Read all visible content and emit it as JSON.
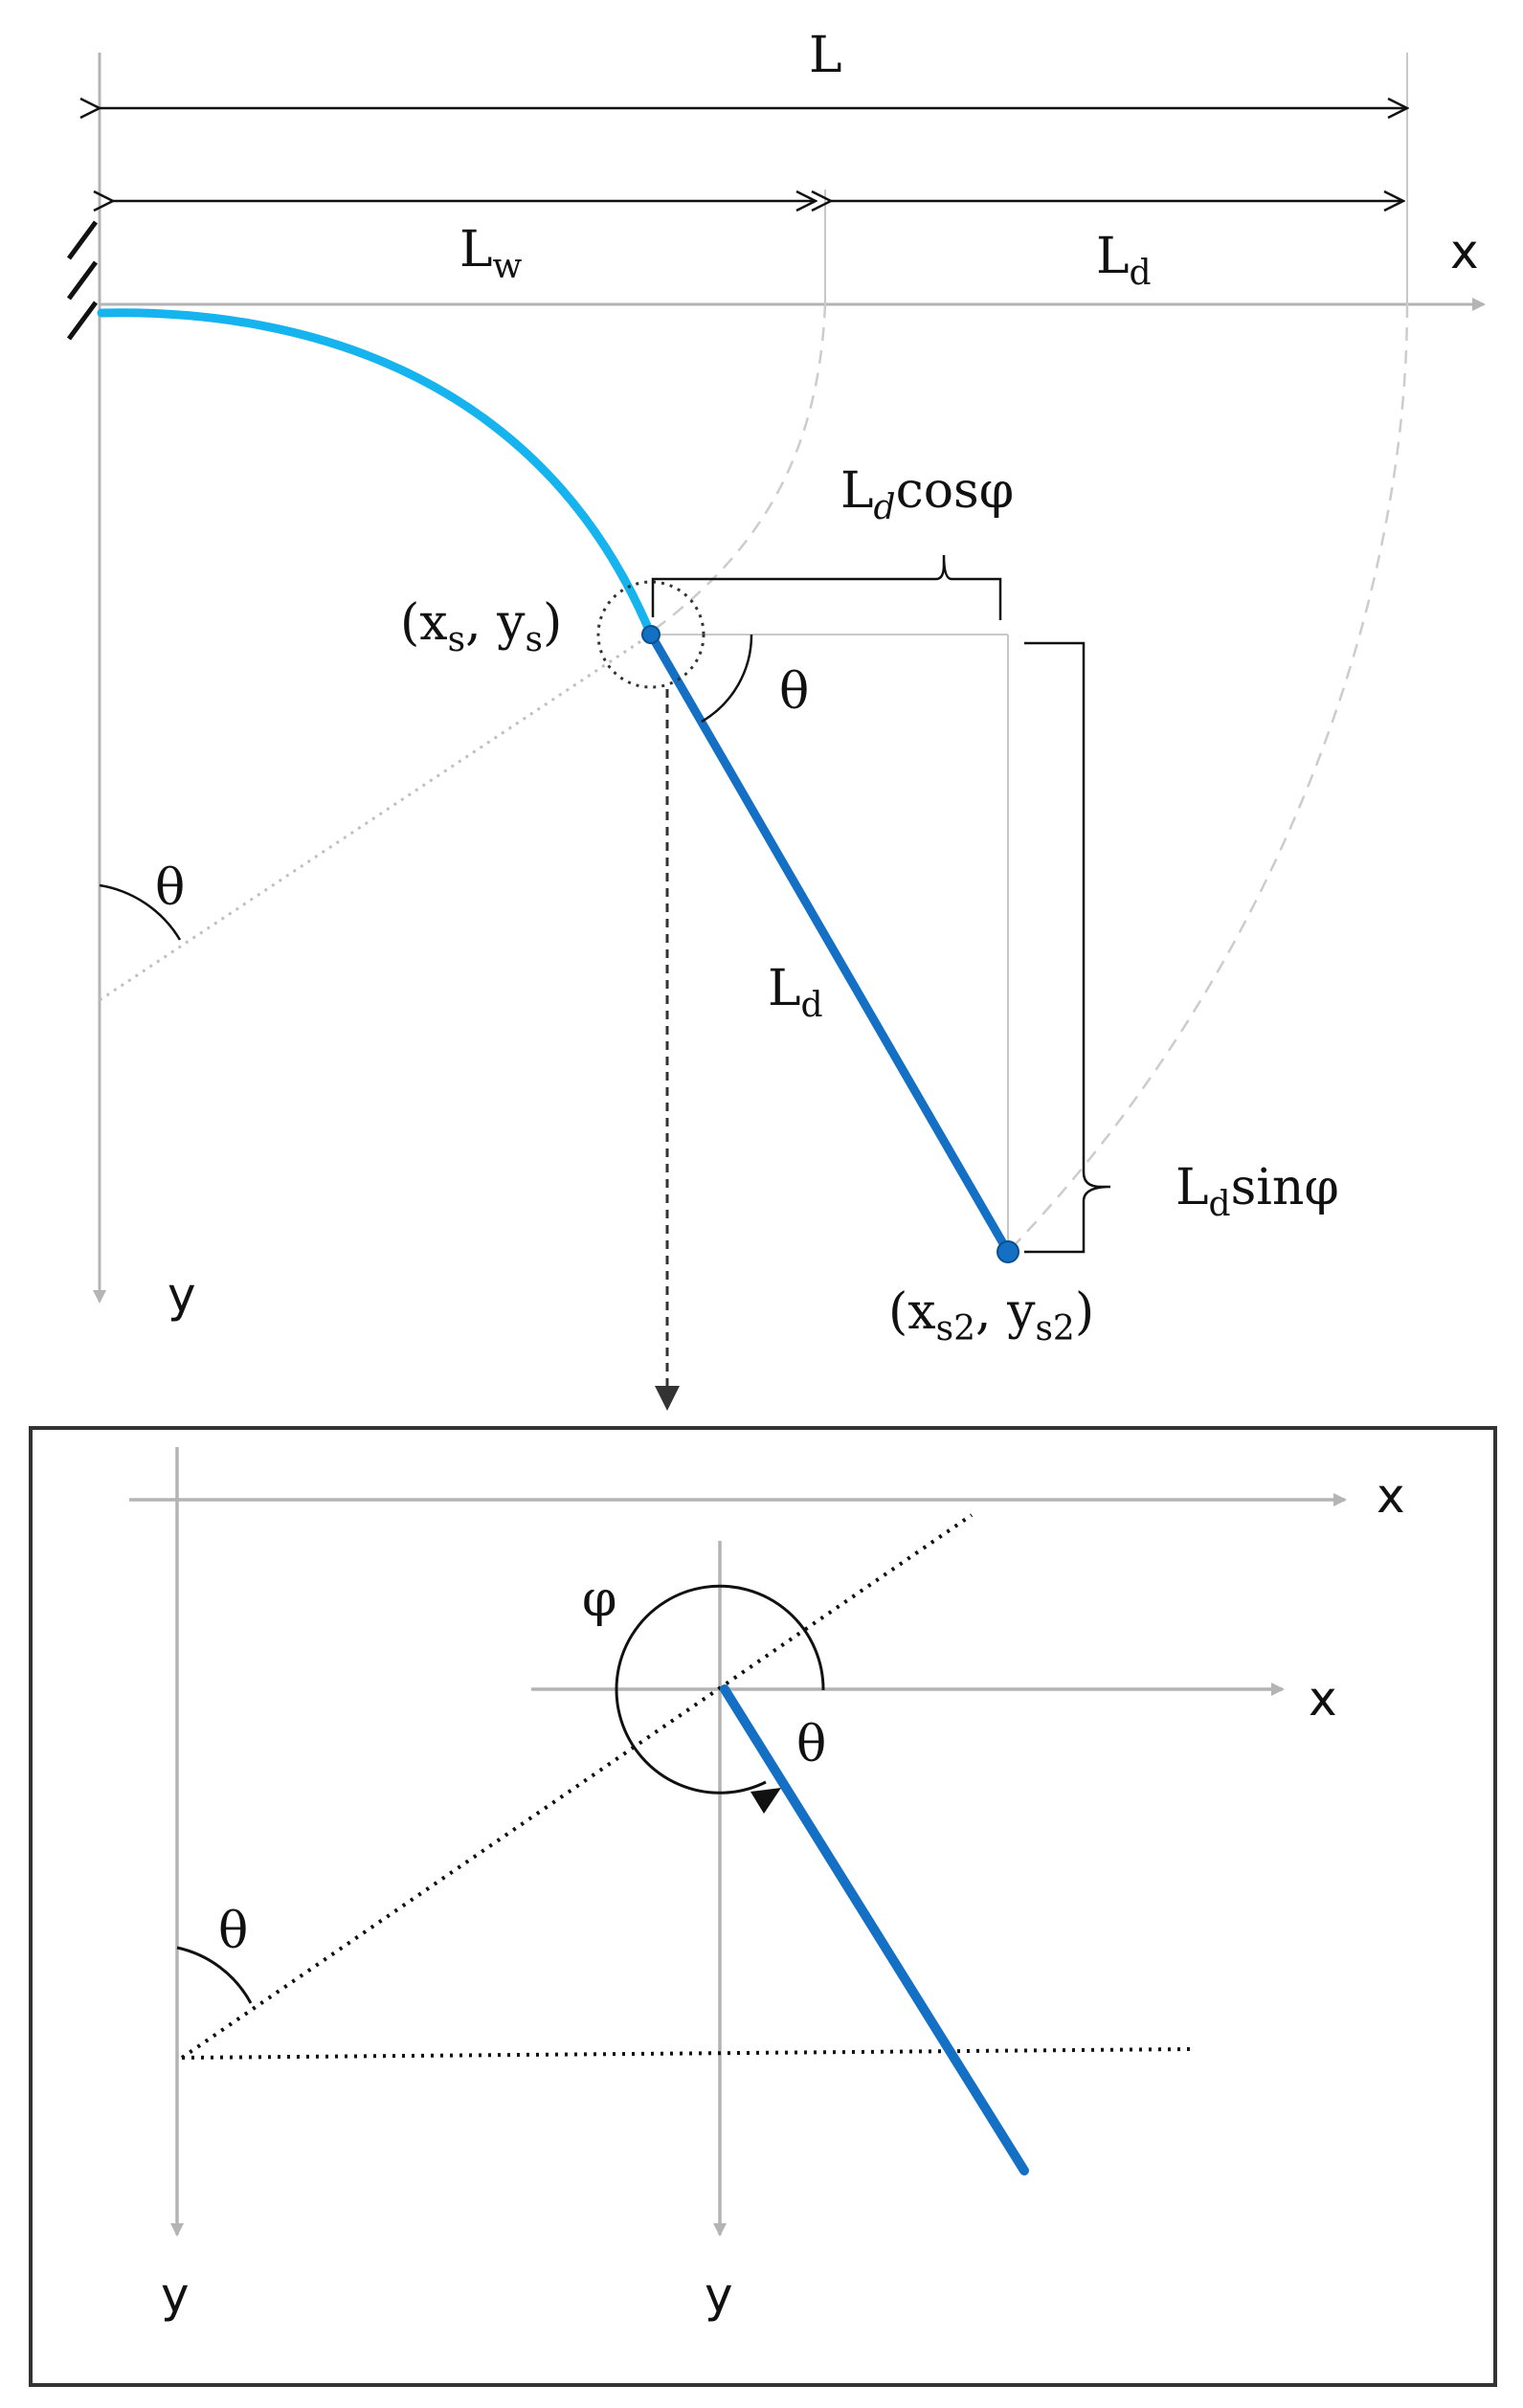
{
  "labels": {
    "L": "L",
    "Lw_base": "L",
    "Lw_sub": "w",
    "Ld_top_base": "L",
    "Ld_top_sub": "d",
    "x_top": "x",
    "y_top": "y",
    "ldcos_base": "L",
    "ldcos_sub": "d",
    "ldcos_rest": "cosφ",
    "xs_open": "(x",
    "xs_sub": "s",
    "xs_mid": ", y",
    "ys_sub": "s",
    "xs_close": ")",
    "theta_joint": "θ",
    "theta_left": "θ",
    "Ld_mid_base": "L",
    "Ld_mid_sub": "d",
    "ldsin_base": "L",
    "ldsin_sub": "d",
    "ldsin_rest": "sinφ",
    "xs2_open": "(x",
    "xs2_sub": "s2",
    "xs2_mid": ", y",
    "ys2_sub": "s2",
    "xs2_close": ")",
    "inset_x1": "x",
    "inset_x2": "x",
    "inset_phi": "φ",
    "inset_theta_joint": "θ",
    "inset_theta_left": "θ",
    "inset_y1": "y",
    "inset_y2": "y"
  },
  "colors": {
    "axis": "#b4b4b4",
    "beam_light": "#16b4ee",
    "beam_dark": "#1470c4",
    "ink": "#111111",
    "guide": "#c8c8c8"
  }
}
